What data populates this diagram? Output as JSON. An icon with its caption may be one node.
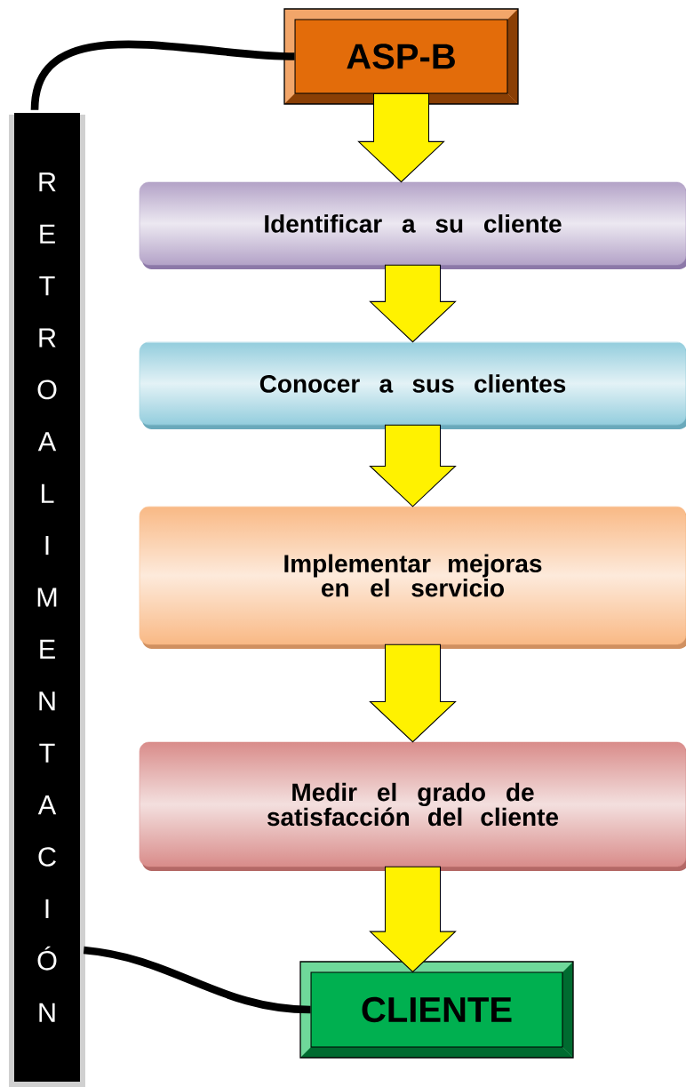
{
  "diagram": {
    "nodes": [
      {
        "text": [
          "ASP-B"
        ]
      },
      {
        "text": [
          "Identificar a su cliente"
        ]
      },
      {
        "text": [
          "Conocer a sus clientes"
        ]
      },
      {
        "text": [
          "Implementar mejoras en el servicio"
        ]
      },
      {
        "text": [
          "Medir el grado de satisfacción del cliente"
        ]
      },
      {
        "text": [
          "CLIENTE"
        ]
      },
      {
        "text": [
          "RETROALIMENTACIÓN"
        ]
      }
    ],
    "edges": [
      {
        "from": 0,
        "to": 1,
        "arrow": "to"
      },
      {
        "from": 1,
        "to": 2,
        "arrow": "to"
      },
      {
        "from": 2,
        "to": 3,
        "arrow": "to"
      },
      {
        "from": 3,
        "to": 4,
        "arrow": "to"
      },
      {
        "from": 4,
        "to": 5,
        "arrow": "to"
      },
      {
        "from": 0,
        "to": 6,
        "arrow": "none",
        "color": "#000000"
      },
      {
        "from": 6,
        "to": 5,
        "arrow": "none",
        "color": "#000000"
      }
    ]
  }
}
